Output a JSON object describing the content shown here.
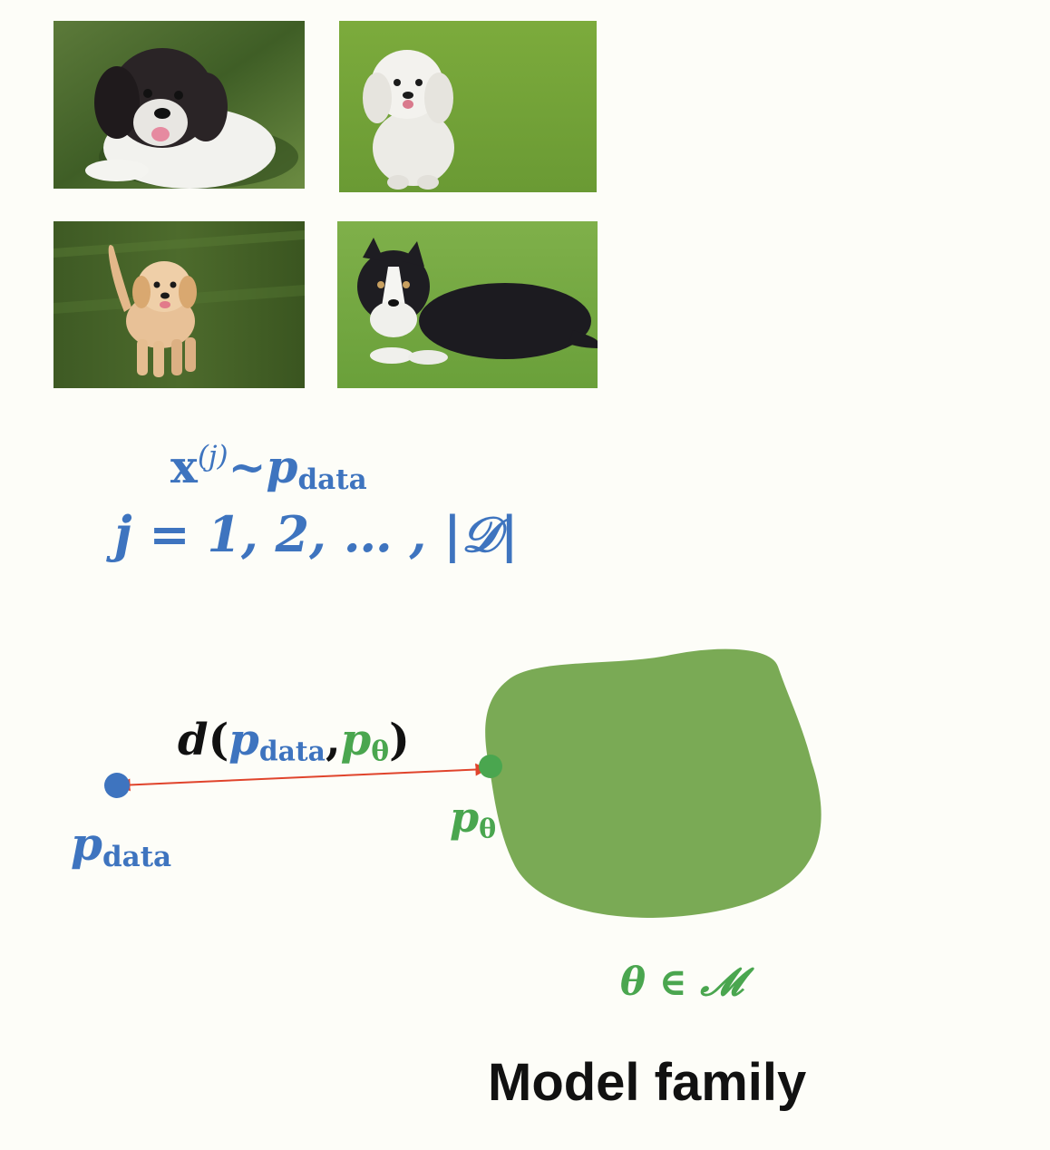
{
  "samples": {
    "line1": {
      "var": "x",
      "sup": "(j)",
      "tilde": "~",
      "p": "p",
      "p_sub": "data"
    },
    "line2": {
      "text": "j = 1, 2, … , |𝒟|"
    }
  },
  "distance": {
    "d": "d",
    "open": "(",
    "p1": "p",
    "p1_sub": "data",
    "comma": ",",
    "p2": "p",
    "p2_sub": "θ",
    "close": ")"
  },
  "pdata_label": {
    "p": "p",
    "sub": "data"
  },
  "ptheta_label": {
    "p": "p",
    "sub": "θ"
  },
  "param_label": "θ ∈ 𝓜",
  "model_family": "Model family",
  "colors": {
    "blue": "#3e74bf",
    "green": "#4aa64f",
    "blob": "#7aaa55",
    "arrow": "#e0442c",
    "background": "#fdfdf8"
  },
  "icons": [
    "puppy-photo-1",
    "poodle-photo",
    "doodle-puppy-photo",
    "border-collie-photo"
  ]
}
